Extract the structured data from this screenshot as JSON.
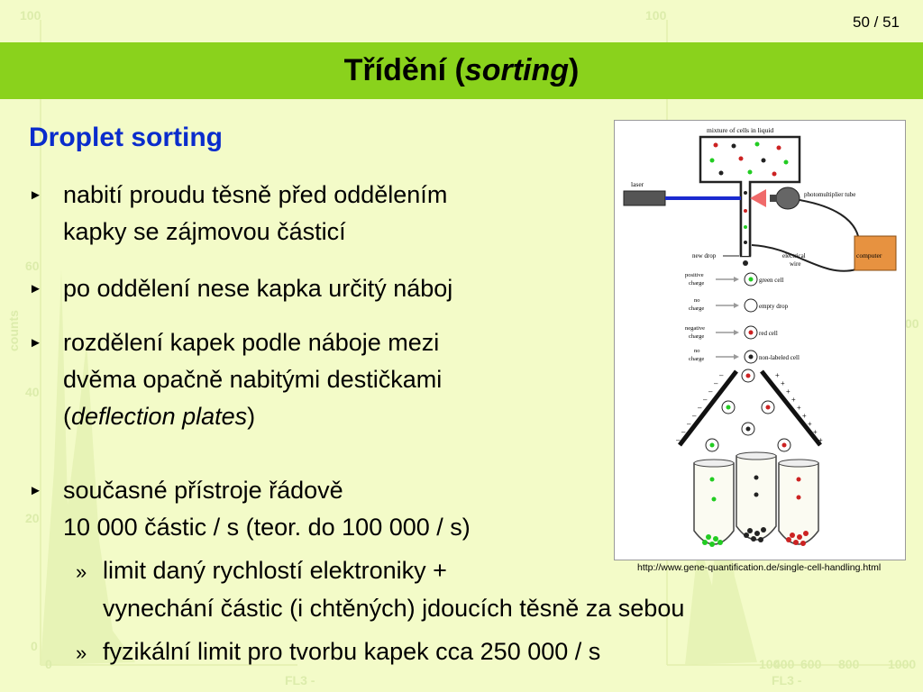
{
  "page": {
    "number": "50 / 51"
  },
  "title": {
    "main": "Třídění (",
    "italic": "sorting",
    "close": ")"
  },
  "section": {
    "heading": "Droplet sorting"
  },
  "bullets": [
    {
      "lines": [
        "nabití proudu těsně před oddělením",
        "kapky se zájmovou částicí"
      ]
    },
    {
      "lines": [
        "po oddělení nese kapka určitý náboj"
      ]
    },
    {
      "lines": [
        "rozdělení kapek podle náboje mezi",
        "dvěma opačně nabitými destičkami"
      ],
      "open": "(",
      "italic": "deflection plates",
      "close": ")"
    },
    {
      "lines": [
        "současné přístroje řádově",
        "10 000 částic / s (teor. do 100 000 / s)"
      ]
    }
  ],
  "subbullets": [
    {
      "marker": "»",
      "lines": [
        "limit daný rychlostí elektroniky  +",
        "vynechání částic (i chtěných) jdoucích těsně za sebou"
      ]
    },
    {
      "marker": "»",
      "lines": [
        "fyzikální limit pro tvorbu kapek cca 250 000 / s"
      ]
    }
  ],
  "figure": {
    "labels": {
      "mixture": "mixture of cells in liquid",
      "laser": "laser",
      "pmt": "photomultiplier tube",
      "new_drop": "new drop",
      "electrical": "electrical",
      "wire": "wire",
      "computer": "computer",
      "positive": "positive",
      "no": "no",
      "charge": "charge",
      "negative": "negative",
      "green_cell": "green cell",
      "empty_drop": "empty drop",
      "red_cell": "red cell",
      "non_labeled": "non-labeled cell"
    }
  },
  "credit": "http://www.gene-quantification.de/single-cell-handling.html",
  "watermark": {
    "y_ticks": [
      "100",
      "60",
      "40",
      "20",
      "0"
    ],
    "y_label": "counts",
    "x_ticks": [
      "0",
      "100",
      "400",
      "600",
      "800",
      "1000"
    ],
    "x_label": "FL3 -",
    "right_ticks": [
      "100",
      "00"
    ]
  },
  "colors": {
    "title_bar": "#8ad21c",
    "background": "#f3fbc8",
    "heading": "#0a2ccc"
  }
}
